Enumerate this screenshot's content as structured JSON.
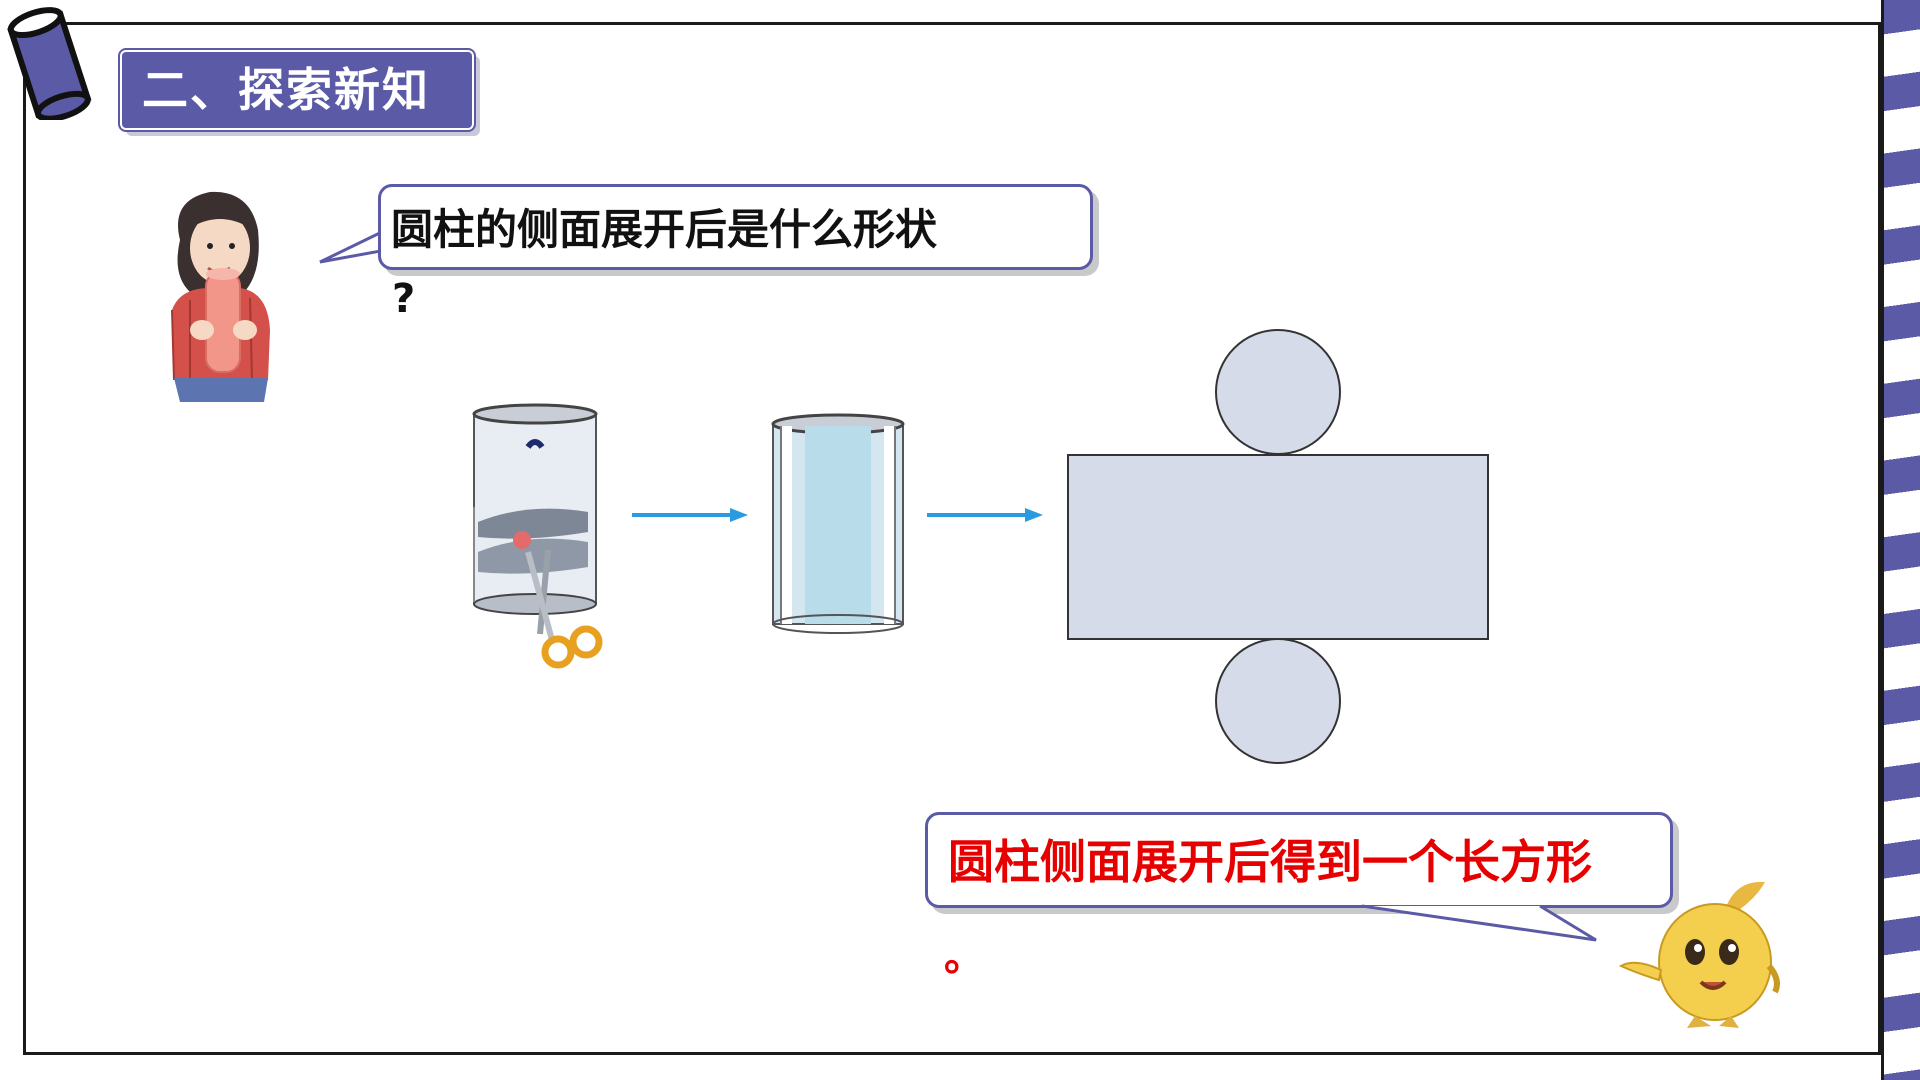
{
  "header": {
    "title": "二、探索新知"
  },
  "question": {
    "text": "圆柱的侧面展开后是什么形状",
    "mark": "?"
  },
  "answer": {
    "text": "圆柱侧面展开后得到一个长方形",
    "period": "。"
  },
  "colors": {
    "accent": "#5b5aa6",
    "answer_red": "#e60000",
    "net_fill": "#d5dbe9",
    "arrow_blue": "#2a9be0"
  },
  "icons": {
    "corner": "cylinder-icon",
    "arrow": "right-arrow-icon",
    "scissors": "scissors-icon"
  }
}
